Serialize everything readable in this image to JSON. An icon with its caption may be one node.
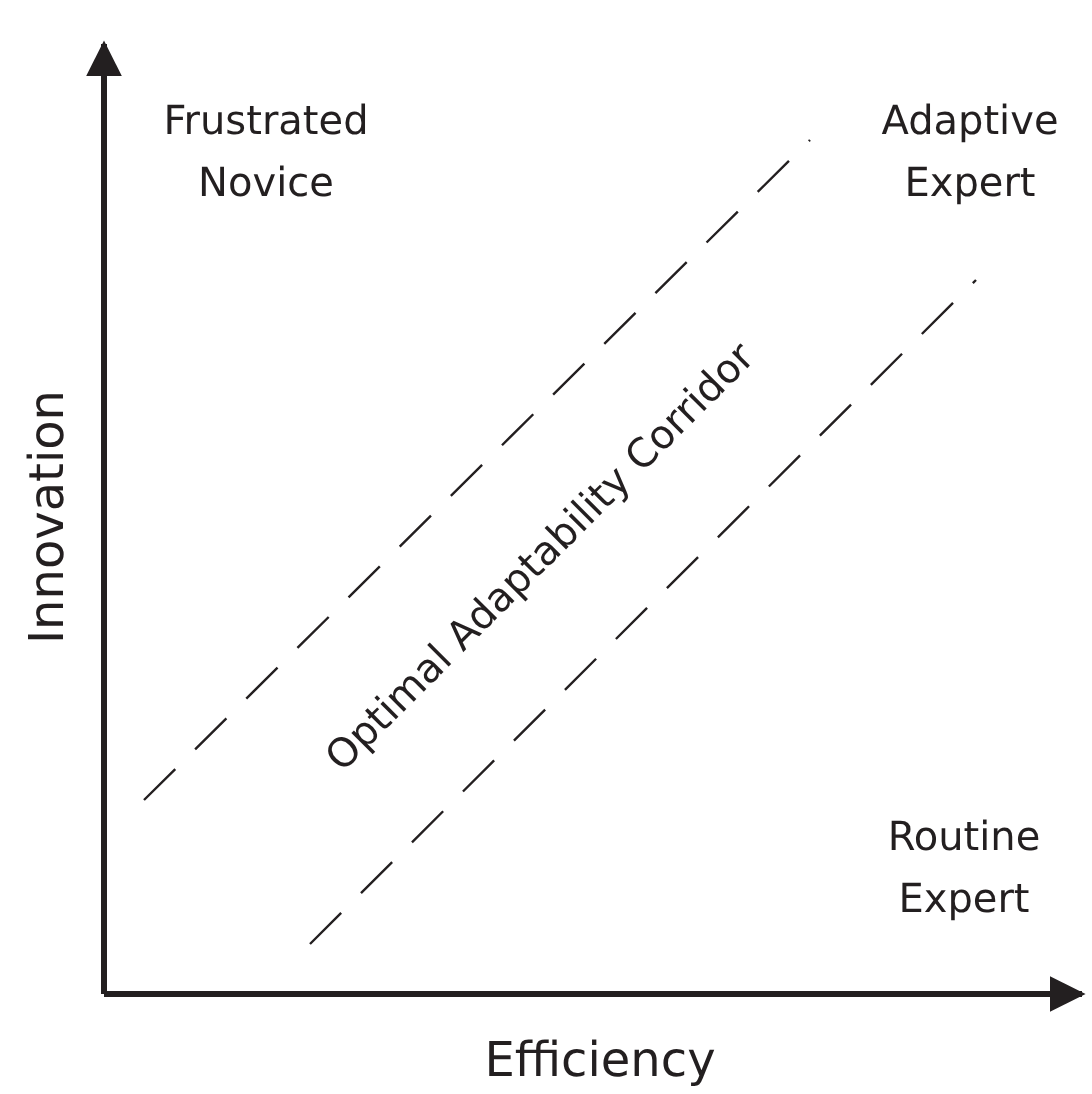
{
  "diagram": {
    "labels": [
      "Frustrated Novice",
      "Adaptive Expert",
      "Optimal Adaptability Corridor",
      "Innovation",
      "Routine Expert",
      "Efficiency"
    ]
  }
}
